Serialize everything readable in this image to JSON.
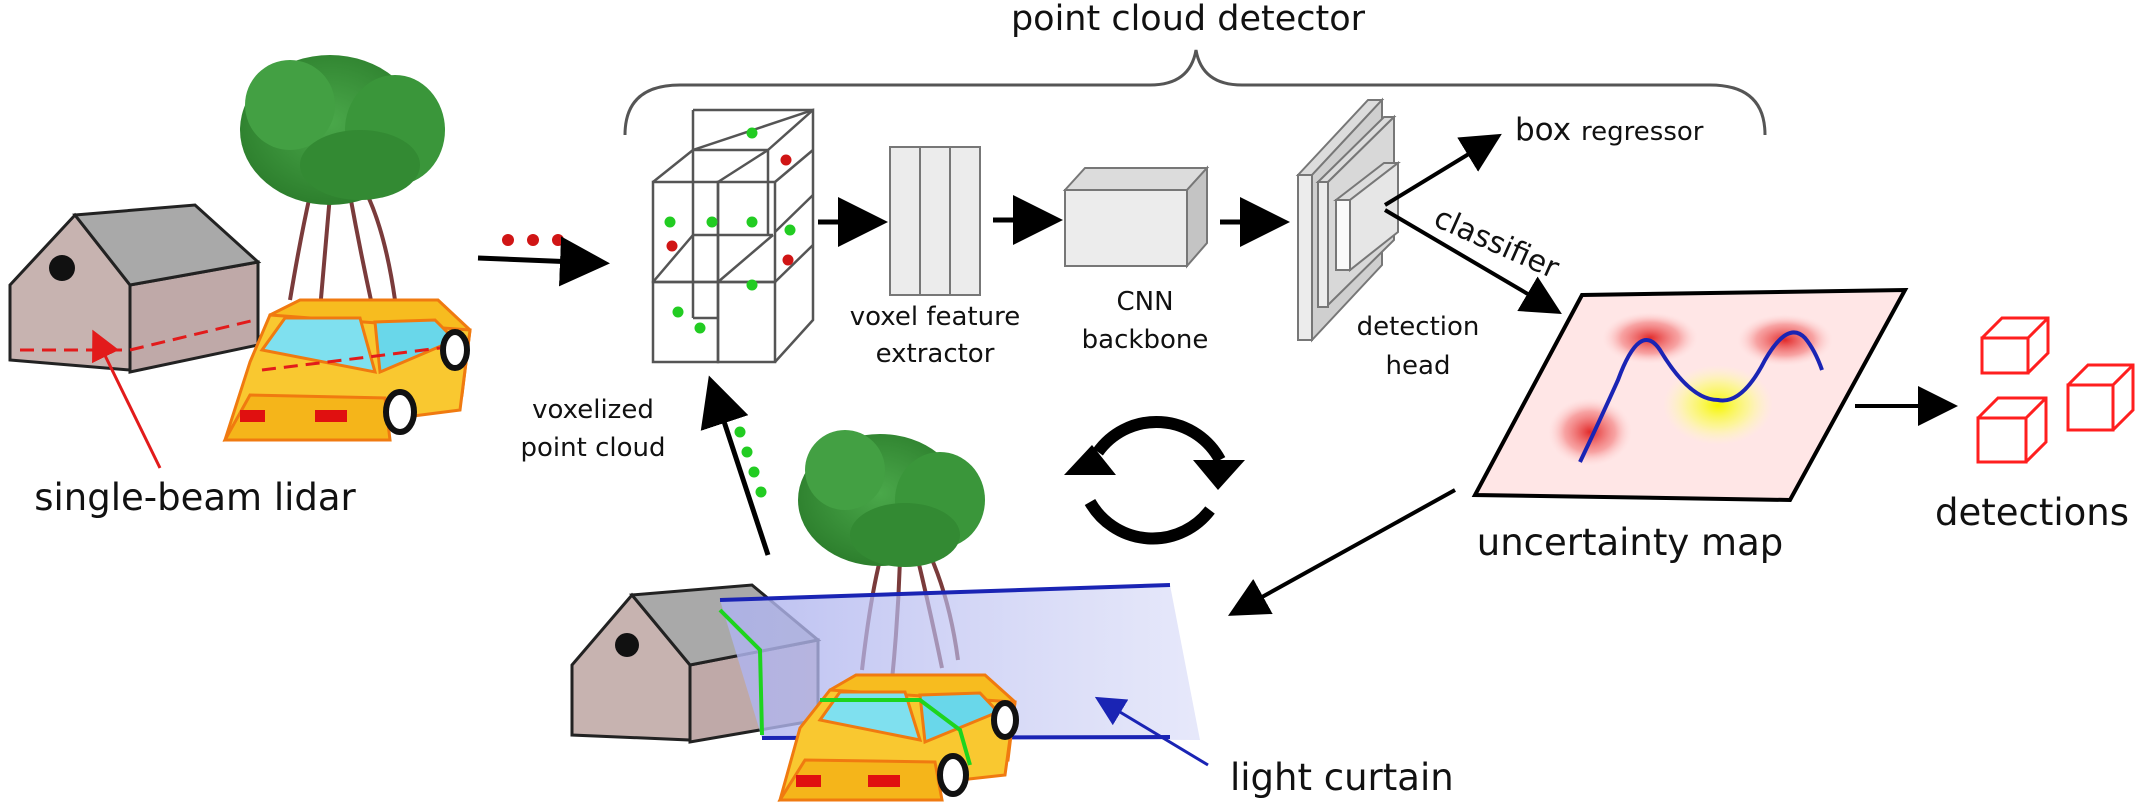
{
  "title": "point cloud detector",
  "labels": {
    "single_beam_lidar": "single-beam lidar",
    "voxelized_line1": "voxelized",
    "voxelized_line2": "point cloud",
    "vfe_line1": "voxel feature",
    "vfe_line2": "extractor",
    "cnn_line1": "CNN",
    "cnn_line2": "backbone",
    "det_line1": "detection",
    "det_line2": "head",
    "box_word": "box",
    "box_regressor": "regressor",
    "classifier": "classifier",
    "uncertainty_map": "uncertainty map",
    "detections": "detections",
    "light_curtain": "light curtain"
  },
  "colors": {
    "arrow": "#000000",
    "lidar_beam": "#e21b1b",
    "light_curtain": "#1a24b4",
    "curtain_fill": "#b9bdf0",
    "curtain_hit": "#1ed41e",
    "point_green": "#22cc22",
    "point_red": "#d01515",
    "detection_box": "#ff1f1f",
    "car_body": "#f9c423",
    "tree": "#2f8f2f",
    "house": "#c7b7b3",
    "roof": "#a7a7a7"
  }
}
